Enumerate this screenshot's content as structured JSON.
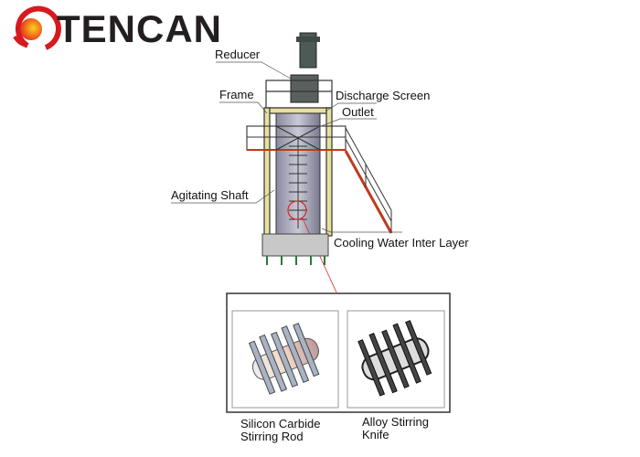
{
  "brand": {
    "name": "TENCAN"
  },
  "labels": {
    "reducer": "Reducer",
    "frame": "Frame",
    "discharge_screen": "Discharge Screen",
    "outlet": "Outlet",
    "agitating_shaft": "Agitating Shaft",
    "cooling_water": "Cooling Water Inter Layer"
  },
  "details": {
    "left_line1": "Silicon Carbide",
    "left_line2": "Stirring Rod",
    "right_line1": "Alloy Stirring",
    "right_line2": "Knife"
  },
  "colors": {
    "logo_red": "#d7191f",
    "logo_orange": "#f59a1c",
    "frame_yellow": "#e8e0a0",
    "stair_red": "#c0391b"
  }
}
